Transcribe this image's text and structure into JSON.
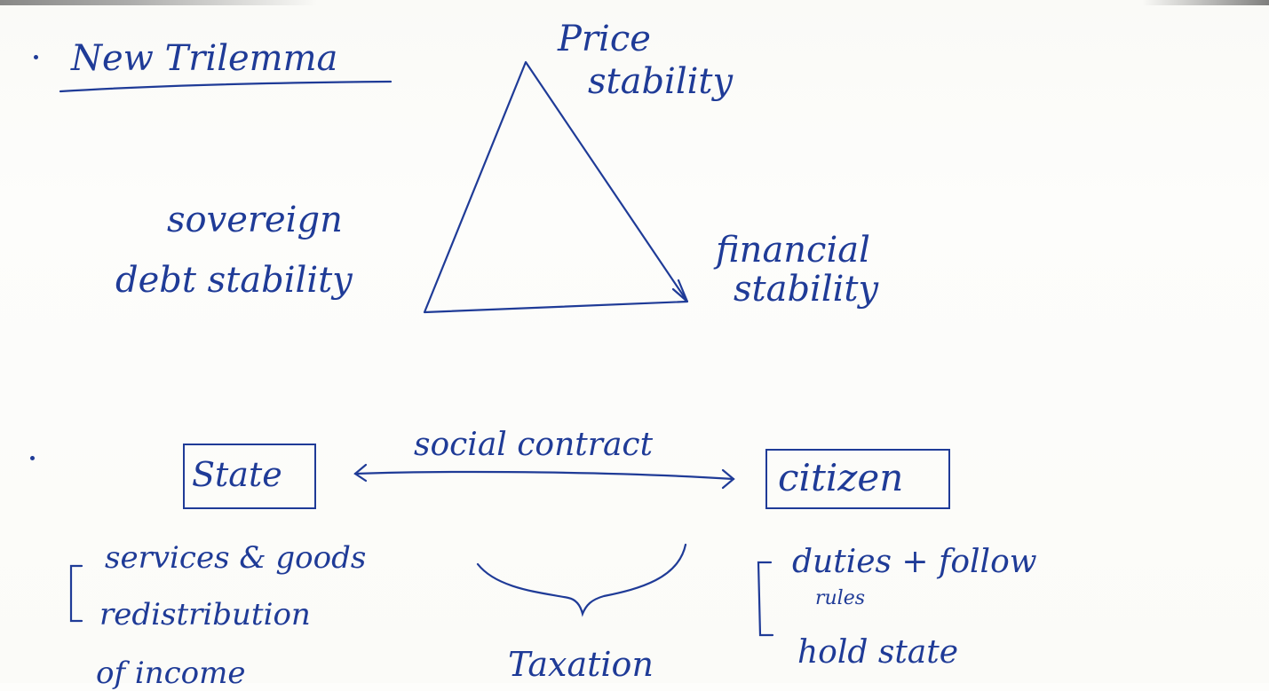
{
  "section1": {
    "title": "New Trilemma",
    "vertex_top_line1": "Price",
    "vertex_top_line2": "stability",
    "vertex_left_line1": "sovereign",
    "vertex_left_line2": "debt stability",
    "vertex_right_line1": "financial",
    "vertex_right_line2": "stability"
  },
  "section2": {
    "left_box": "State",
    "arrow_label": "social contract",
    "right_box": "citizen",
    "left_list": [
      "services & goods",
      "redistribution",
      "of income"
    ],
    "middle_label": "Taxation",
    "right_list_line1": "duties + follow",
    "right_list_sub": "rules",
    "right_list_line2": "hold state"
  },
  "colors": {
    "ink": "#1f3b97",
    "paper": "#fdfdfb"
  }
}
